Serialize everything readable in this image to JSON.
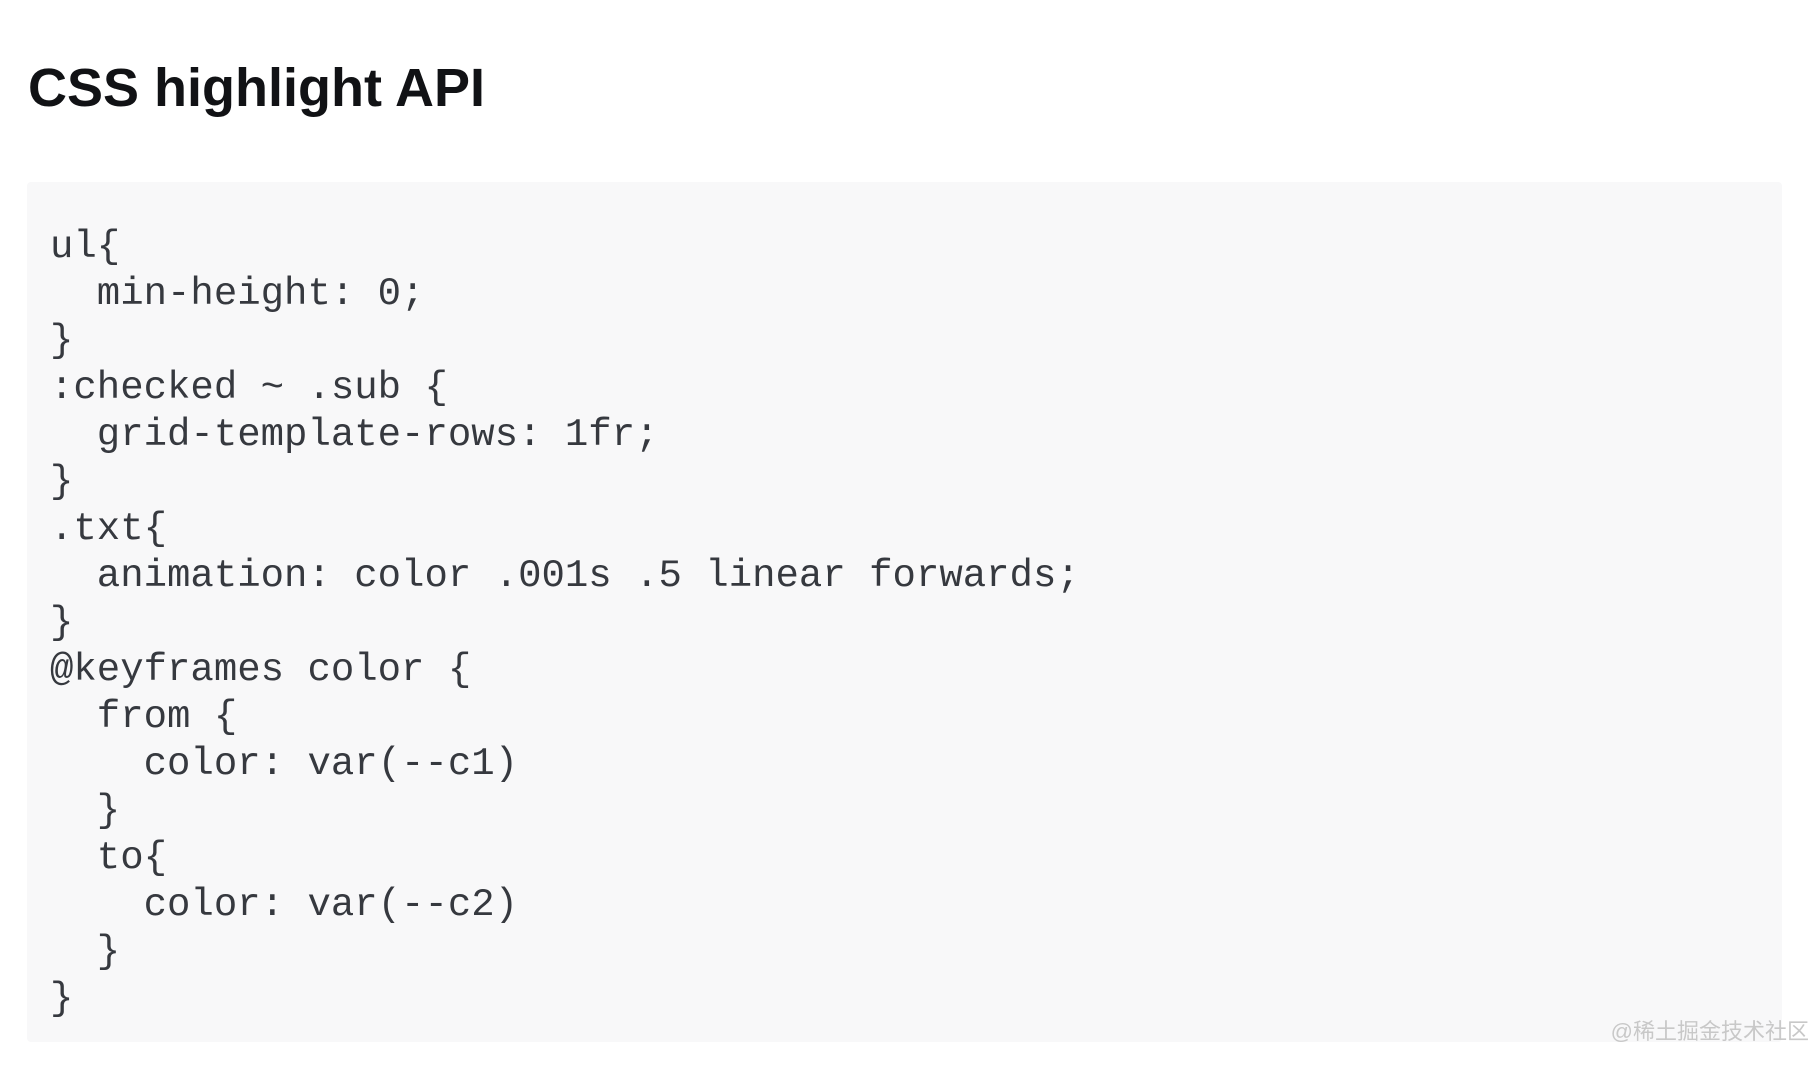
{
  "heading": {
    "text": "CSS highlight API",
    "color": "#111215"
  },
  "code_block": {
    "background": "#f8f8f9",
    "text_color": "#36393f",
    "language": "css",
    "text": "ul{\n  min-height: 0;\n}\n:checked ~ .sub {\n  grid-template-rows: 1fr;\n}\n.txt{\n  animation: color .001s .5 linear forwards;\n}\n@keyframes color {\n  from {\n    color: var(--c1)\n  }\n  to{\n    color: var(--c2)\n  }\n}",
    "lines": [
      "ul{",
      "  min-height: 0;",
      "}",
      ":checked ~ .sub {",
      "  grid-template-rows: 1fr;",
      "}",
      ".txt{",
      "  animation: color .001s .5 linear forwards;",
      "}",
      "@keyframes color {",
      "  from {",
      "    color: var(--c1)",
      "  }",
      "  to{",
      "    color: var(--c2)",
      "  }",
      "}"
    ]
  },
  "watermark": {
    "text": "@稀土掘金技术社区",
    "color": "#c8c8c8"
  }
}
